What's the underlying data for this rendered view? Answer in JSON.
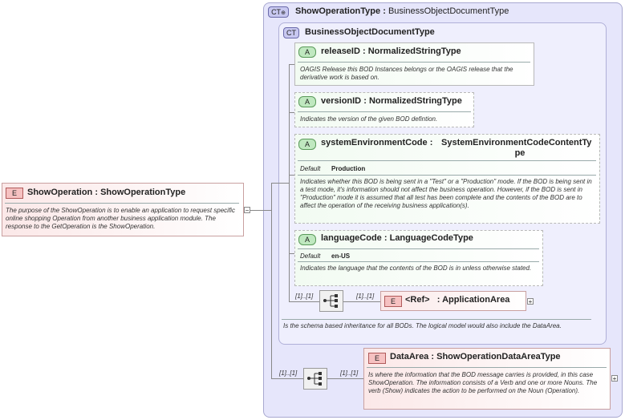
{
  "outer_ct": {
    "badge": "CT",
    "name": "ShowOperationType",
    "sep": ":",
    "type": "BusinessObjectDocumentType"
  },
  "inner_ct": {
    "badge": "CT",
    "name": "BusinessObjectDocumentType",
    "description": "Is the schema based inheritance for all BODs. The logical model would also include the DataArea."
  },
  "show_operation": {
    "badge": "E",
    "name": "ShowOperation",
    "sep": ":",
    "type": "ShowOperationType",
    "description": "The purpose of the ShowOperation is to enable an application to request specific online shopping Operation from another business application module.  The response to the GetOperation is the ShowOperation."
  },
  "attributes": [
    {
      "badge": "A",
      "name": "releaseID",
      "sep": ":",
      "type": "NormalizedStringType",
      "description": "OAGIS Release this BOD Instances belongs or the OAGIS release that the derivative work is based on."
    },
    {
      "badge": "A",
      "name": "versionID",
      "sep": ":",
      "type": "NormalizedStringType",
      "description": "Indicates the version of the given BOD defintion."
    },
    {
      "badge": "A",
      "name": "systemEnvironmentCode",
      "sep": ":",
      "type_line1": "SystemEnvironmentCodeContentTy",
      "type_line2": "pe",
      "default_label": "Default",
      "default_value": "Production",
      "description": "Indicates whether this BOD is being sent in a \"Test\" or a \"Production\" mode. If the BOD is being sent in a test mode, it's information should not affect the business operation. However, if the BOD is sent in \"Production\" mode it is assumed that all test has been complete and the contents of the BOD are to affect the operation of the receiving business application(s)."
    },
    {
      "badge": "A",
      "name": "languageCode",
      "sep": ":",
      "type": "LanguageCodeType",
      "default_label": "Default",
      "default_value": "en-US",
      "description": "Indicates the language that the contents of the BOD is in unless otherwise stated."
    }
  ],
  "application_area": {
    "badge": "E",
    "name": "<Ref>",
    "sep": ":",
    "type": "ApplicationArea",
    "mult_before": "[1]..[1]",
    "mult_after": "[1]..[1]",
    "expand": "+"
  },
  "data_area": {
    "badge": "E",
    "name": "DataArea",
    "sep": ":",
    "type": "ShowOperationDataAreaType",
    "mult_before": "[1]..[1]",
    "mult_after": "[1]..[1]",
    "expand": "+",
    "description": "Is where the information that the BOD message carries is provided, in this case ShowOperation. The information consists of a Verb and one or more Nouns. The verb (Show) indicates the action to be performed on the Noun (Operation)."
  },
  "collapse_symbol": "−",
  "colors": {
    "ct_outer_bg": "#e6e6fb",
    "ct_inner_bg": "#efeffd",
    "element_bg": "#fbe8e8",
    "attribute_bg": "#f2fbf2"
  }
}
